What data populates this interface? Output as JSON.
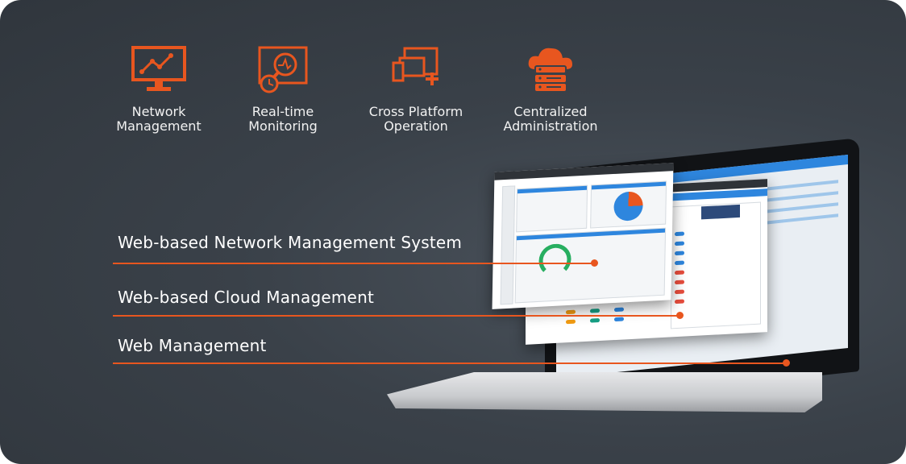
{
  "colors": {
    "accent": "#e8561f",
    "background": "#363c43",
    "text": "#ffffff"
  },
  "features": [
    {
      "icon": "monitor-chart-icon",
      "line1": "Network",
      "line2": "Management"
    },
    {
      "icon": "monitor-magnifier-clock-icon",
      "line1": "Real-time",
      "line2": "Monitoring"
    },
    {
      "icon": "devices-plus-icon",
      "line1": "Cross Platform",
      "line2": "Operation"
    },
    {
      "icon": "cloud-server-icon",
      "line1": "Centralized",
      "line2": "Administration"
    }
  ],
  "callouts": [
    {
      "text": "Web-based Network Management System"
    },
    {
      "text": "Web-based Cloud Management"
    },
    {
      "text": "Web Management"
    }
  ]
}
